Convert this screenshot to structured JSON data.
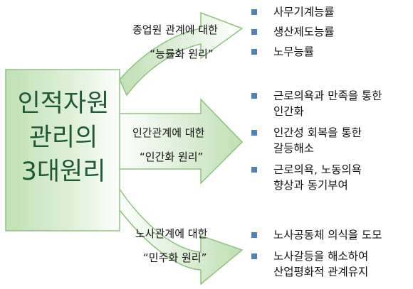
{
  "colors": {
    "shape_fill_light": "#ffffff",
    "shape_fill_dark": "#bfe0b4",
    "shape_border": "#8fc27f",
    "center_text": "#1f5a37",
    "bullet_square": "#4f81bd"
  },
  "center": {
    "lines": [
      "인적자원",
      "관리의",
      "3대원리"
    ]
  },
  "branches": [
    {
      "heading": "종업원 관계에 대한",
      "principle": "“능률화 원리”",
      "items": [
        {
          "lines": [
            "사무기계능률"
          ]
        },
        {
          "lines": [
            "생산제도능률"
          ]
        },
        {
          "lines": [
            "노무능률"
          ]
        }
      ]
    },
    {
      "heading": "인간관계에 대한",
      "principle": "“인간화 원리”",
      "items": [
        {
          "lines": [
            "근로의욕과 만족을 통한",
            "인간화"
          ]
        },
        {
          "lines": [
            "인간성 회복을 통한",
            "갈등해소"
          ]
        },
        {
          "lines": [
            "근로의욕, 노동의욕",
            "향상과 동기부여"
          ]
        }
      ]
    },
    {
      "heading": "노사관계에 대한",
      "principle": "“민주화 원리”",
      "items": [
        {
          "lines": [
            "노사공동체 의식을 도모"
          ]
        },
        {
          "lines": [
            "노사갈등을 해소하여",
            "산업평화적 관계유지"
          ]
        }
      ]
    }
  ]
}
